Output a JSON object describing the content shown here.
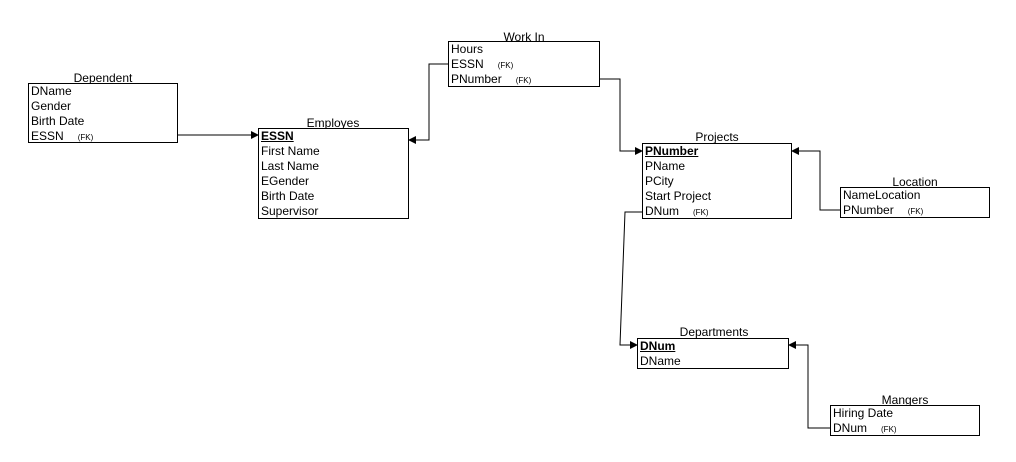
{
  "entities": {
    "dependent": {
      "title": "Dependent",
      "fields": [
        {
          "name": "DName",
          "tag": ""
        },
        {
          "name": "Gender",
          "tag": ""
        },
        {
          "name": "Birth Date",
          "tag": ""
        },
        {
          "name": "ESSN",
          "tag": "(FK)"
        }
      ]
    },
    "employes": {
      "title": "Employes",
      "fields": [
        {
          "name": "ESSN",
          "tag": ""
        },
        {
          "name": "First Name",
          "tag": ""
        },
        {
          "name": "Last Name",
          "tag": ""
        },
        {
          "name": "EGender",
          "tag": ""
        },
        {
          "name": "Birth Date",
          "tag": ""
        },
        {
          "name": "Supervisor",
          "tag": ""
        }
      ]
    },
    "work_in": {
      "title": "Work In",
      "fields": [
        {
          "name": "Hours",
          "tag": ""
        },
        {
          "name": "ESSN",
          "tag": "(FK)"
        },
        {
          "name": "PNumber",
          "tag": "(FK)"
        }
      ]
    },
    "projects": {
      "title": "Projects",
      "fields": [
        {
          "name": "PNumber",
          "tag": ""
        },
        {
          "name": "PName",
          "tag": ""
        },
        {
          "name": "PCity",
          "tag": ""
        },
        {
          "name": "Start Project",
          "tag": ""
        },
        {
          "name": "DNum",
          "tag": "(FK)"
        }
      ]
    },
    "location": {
      "title": "Location",
      "fields": [
        {
          "name": "NameLocation",
          "tag": ""
        },
        {
          "name": "PNumber",
          "tag": "(FK)"
        }
      ]
    },
    "departments": {
      "title": "Departments",
      "fields": [
        {
          "name": "DNum",
          "tag": ""
        },
        {
          "name": "DName",
          "tag": ""
        }
      ]
    },
    "mangers": {
      "title": "Mangers",
      "fields": [
        {
          "name": "Hiring Date",
          "tag": ""
        },
        {
          "name": "DNum",
          "tag": "(FK)"
        }
      ]
    }
  }
}
